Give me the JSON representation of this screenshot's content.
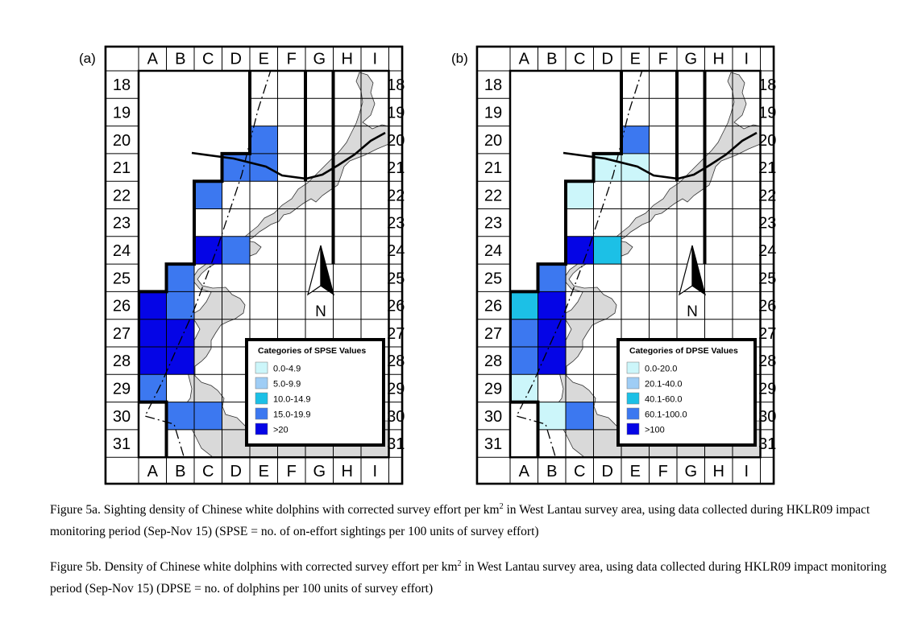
{
  "columns": [
    "A",
    "B",
    "C",
    "D",
    "E",
    "F",
    "G",
    "H",
    "I"
  ],
  "rows": [
    "18",
    "19",
    "20",
    "21",
    "22",
    "23",
    "24",
    "25",
    "26",
    "27",
    "28",
    "29",
    "30",
    "31"
  ],
  "north_label": "N",
  "panels": [
    {
      "id": "a",
      "label": "(a)",
      "legend_title": "Categories of SPSE Values",
      "legend": [
        {
          "label": "0.0-4.9",
          "color": "#ccf6fa"
        },
        {
          "label": "5.0-9.9",
          "color": "#9fcdf5"
        },
        {
          "label": "10.0-14.9",
          "color": "#1cc0e6"
        },
        {
          "label": "15.0-19.9",
          "color": "#3c78f0"
        },
        {
          "label": ">20",
          "color": "#0505e6"
        }
      ],
      "colored_cells": [
        {
          "cell": "E20",
          "category": 3
        },
        {
          "cell": "D21",
          "category": 3
        },
        {
          "cell": "E21",
          "category": 3
        },
        {
          "cell": "C22",
          "category": 3
        },
        {
          "cell": "C24",
          "category": 4
        },
        {
          "cell": "D24",
          "category": 3
        },
        {
          "cell": "B25",
          "category": 3
        },
        {
          "cell": "A26",
          "category": 4
        },
        {
          "cell": "B26",
          "category": 3
        },
        {
          "cell": "A27",
          "category": 4
        },
        {
          "cell": "B27",
          "category": 4
        },
        {
          "cell": "A28",
          "category": 4
        },
        {
          "cell": "B28",
          "category": 4
        },
        {
          "cell": "A29",
          "category": 3
        },
        {
          "cell": "B30",
          "category": 3
        },
        {
          "cell": "C30",
          "category": 3
        }
      ]
    },
    {
      "id": "b",
      "label": "(b)",
      "legend_title": "Categories of DPSE Values",
      "legend": [
        {
          "label": "0.0-20.0",
          "color": "#ccf6fa"
        },
        {
          "label": "20.1-40.0",
          "color": "#9fcdf5"
        },
        {
          "label": "40.1-60.0",
          "color": "#1cc0e6"
        },
        {
          "label": "60.1-100.0",
          "color": "#3c78f0"
        },
        {
          "label": ">100",
          "color": "#0505e6"
        }
      ],
      "colored_cells": [
        {
          "cell": "E20",
          "category": 3
        },
        {
          "cell": "D21",
          "category": 0
        },
        {
          "cell": "E21",
          "category": 0
        },
        {
          "cell": "C22",
          "category": 0
        },
        {
          "cell": "C24",
          "category": 4
        },
        {
          "cell": "D24",
          "category": 2
        },
        {
          "cell": "B25",
          "category": 3
        },
        {
          "cell": "A26",
          "category": 2
        },
        {
          "cell": "B26",
          "category": 4
        },
        {
          "cell": "A27",
          "category": 3
        },
        {
          "cell": "B27",
          "category": 4
        },
        {
          "cell": "A28",
          "category": 3
        },
        {
          "cell": "B28",
          "category": 4
        },
        {
          "cell": "A29",
          "category": 0
        },
        {
          "cell": "B30",
          "category": 0
        },
        {
          "cell": "C30",
          "category": 3
        }
      ]
    }
  ],
  "captions": {
    "fig5a": {
      "before": "Figure 5a.  Sighting density of Chinese white dolphins with corrected survey effort per km",
      "sup": "2",
      "after": " in West Lantau survey area, using data collected during HKLR09 impact monitoring period (Sep-Nov 15) (SPSE = no. of on-effort sightings per 100 units of survey effort)"
    },
    "fig5b": {
      "before": "Figure 5b.  Density of Chinese white dolphins with corrected survey effort per km",
      "sup": "2",
      "after": " in West Lantau survey area, using data collected during HKLR09 impact monitoring period (Sep-Nov 15) (DPSE = no. of dolphins per 100 units of survey effort)"
    }
  }
}
